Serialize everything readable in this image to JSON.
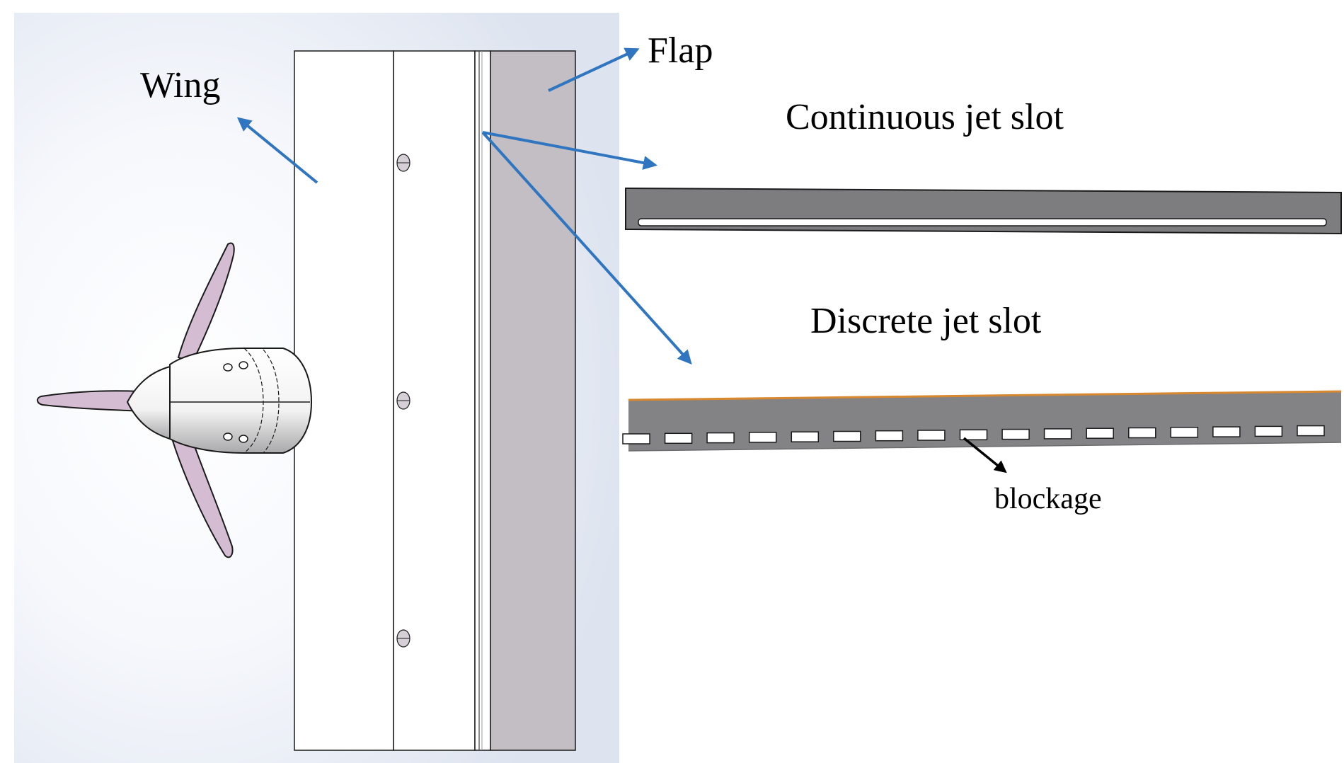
{
  "labels": {
    "wing": "Wing",
    "flap": "Flap",
    "continuous_slot": "Continuous jet slot",
    "discrete_slot": "Discrete jet slot",
    "blockage": "blockage"
  },
  "colors": {
    "arrow": "#2f75c0",
    "flap": "#c2bec3",
    "slot_bar": "#7d7d7f",
    "blade": "#d4bcd2",
    "outline": "#1a1a1a",
    "background_glow": "#dbe2ef"
  },
  "discrete_slot": {
    "opening_count": 17
  }
}
